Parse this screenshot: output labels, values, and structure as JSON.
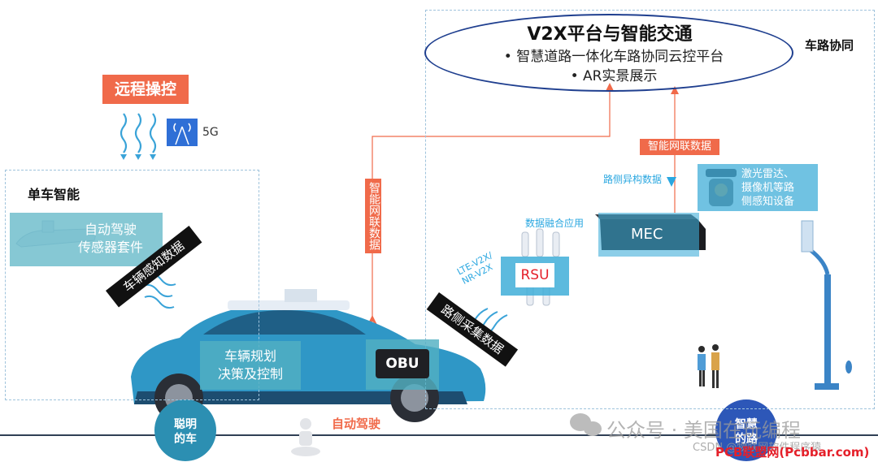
{
  "platform": {
    "title": "V2X平台与智能交通",
    "items": [
      "• 智慧道路一体化车路协同云控平台",
      "• AR实景展示"
    ],
    "zone_label": "车路协同"
  },
  "remote": {
    "label": "远程操控",
    "network": "5G"
  },
  "single_car": {
    "title": "单车智能",
    "sensor_kit": "自动驾驶\n传感器套件",
    "sensing_banner": "车辆感知数据"
  },
  "vertical_tag": "智能网联数据",
  "car": {
    "planning": "车辆规划\n决策及控制",
    "obu": "OBU"
  },
  "road": {
    "lte_label": "LTE-V2X/\nNR-V2X",
    "collect_banner": "路侧采集数据",
    "rsu": "RSU",
    "fusion_label": "数据融合应用",
    "mec": "MEC",
    "hetero_label": "路侧异构数据",
    "network_data_tag": "智能网联数据",
    "sensors": "激光雷达、\n摄像机等路\n侧感知设备"
  },
  "bottom": {
    "smart_car": "聪明\n的车",
    "auto_drive": "自动驾驶",
    "smart_road": "智慧\n的路",
    "wechat_watermark": "公众号 · 美国在玩编程",
    "csdn_watermark": "CSDN @物联网软件程序猿",
    "pcbbar": "PCB联盟网(Pcbbar.com)"
  },
  "colors": {
    "orange": "#f06a4a",
    "teal": "#52b0c2",
    "blue": "#2aa7e0",
    "dark_blue": "#1f3f8f"
  }
}
